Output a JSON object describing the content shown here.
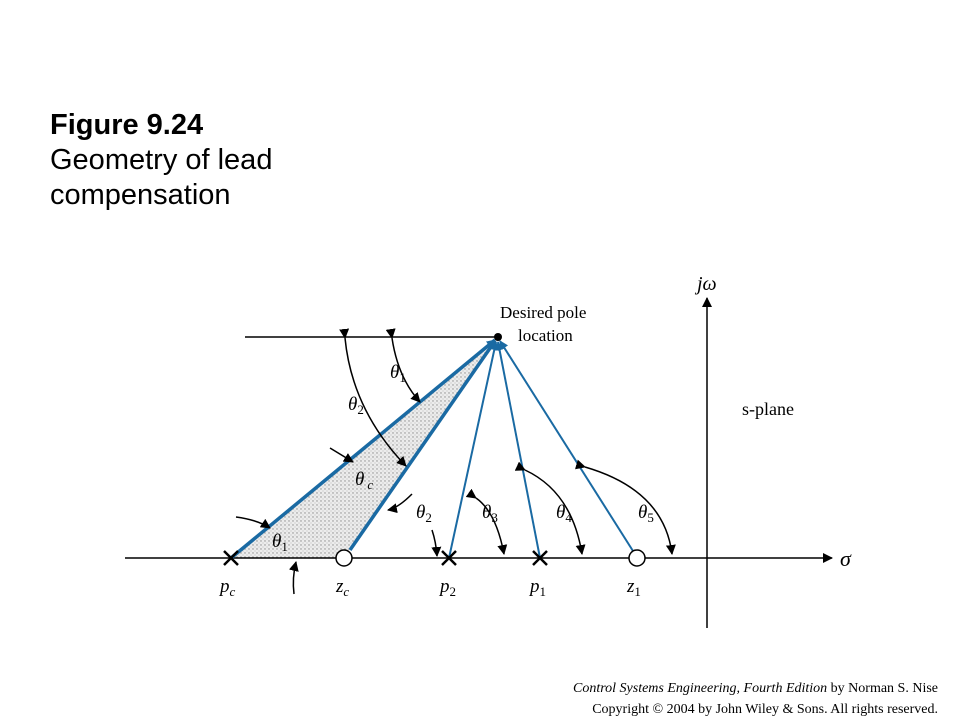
{
  "figure": {
    "number": "Figure 9.24",
    "caption_line1": "Geometry of lead",
    "caption_line2": "compensation"
  },
  "diagram": {
    "axis_labels": {
      "imag": "jω",
      "real": "σ"
    },
    "plane_label": "s-plane",
    "desired_pole": {
      "line1": "Desired pole",
      "line2": "location"
    },
    "points": [
      {
        "name": "p",
        "sub": "c",
        "kind": "pole"
      },
      {
        "name": "z",
        "sub": "c",
        "kind": "zero"
      },
      {
        "name": "p",
        "sub": "2",
        "kind": "pole"
      },
      {
        "name": "p",
        "sub": "1",
        "kind": "pole"
      },
      {
        "name": "z",
        "sub": "1",
        "kind": "zero"
      }
    ],
    "angles": [
      {
        "sym": "θ",
        "sub": "1"
      },
      {
        "sym": "θ",
        "sub": "2"
      },
      {
        "sym": "θ",
        "sub": "c"
      },
      {
        "sym": "θ",
        "sub": "2"
      },
      {
        "sym": "θ",
        "sub": "3"
      },
      {
        "sym": "θ",
        "sub": "4"
      },
      {
        "sym": "θ",
        "sub": "5"
      },
      {
        "sym": "θ",
        "sub": "1"
      }
    ],
    "colors": {
      "blue_line": "#1a6aa3",
      "shading": "#cfcfcf",
      "ink": "#000000"
    }
  },
  "credit": {
    "book": "Control Systems Engineering, Fourth Edition",
    "author": " by Norman S. Nise",
    "copyright": "Copyright © 2004 by John Wiley & Sons. All rights reserved."
  }
}
